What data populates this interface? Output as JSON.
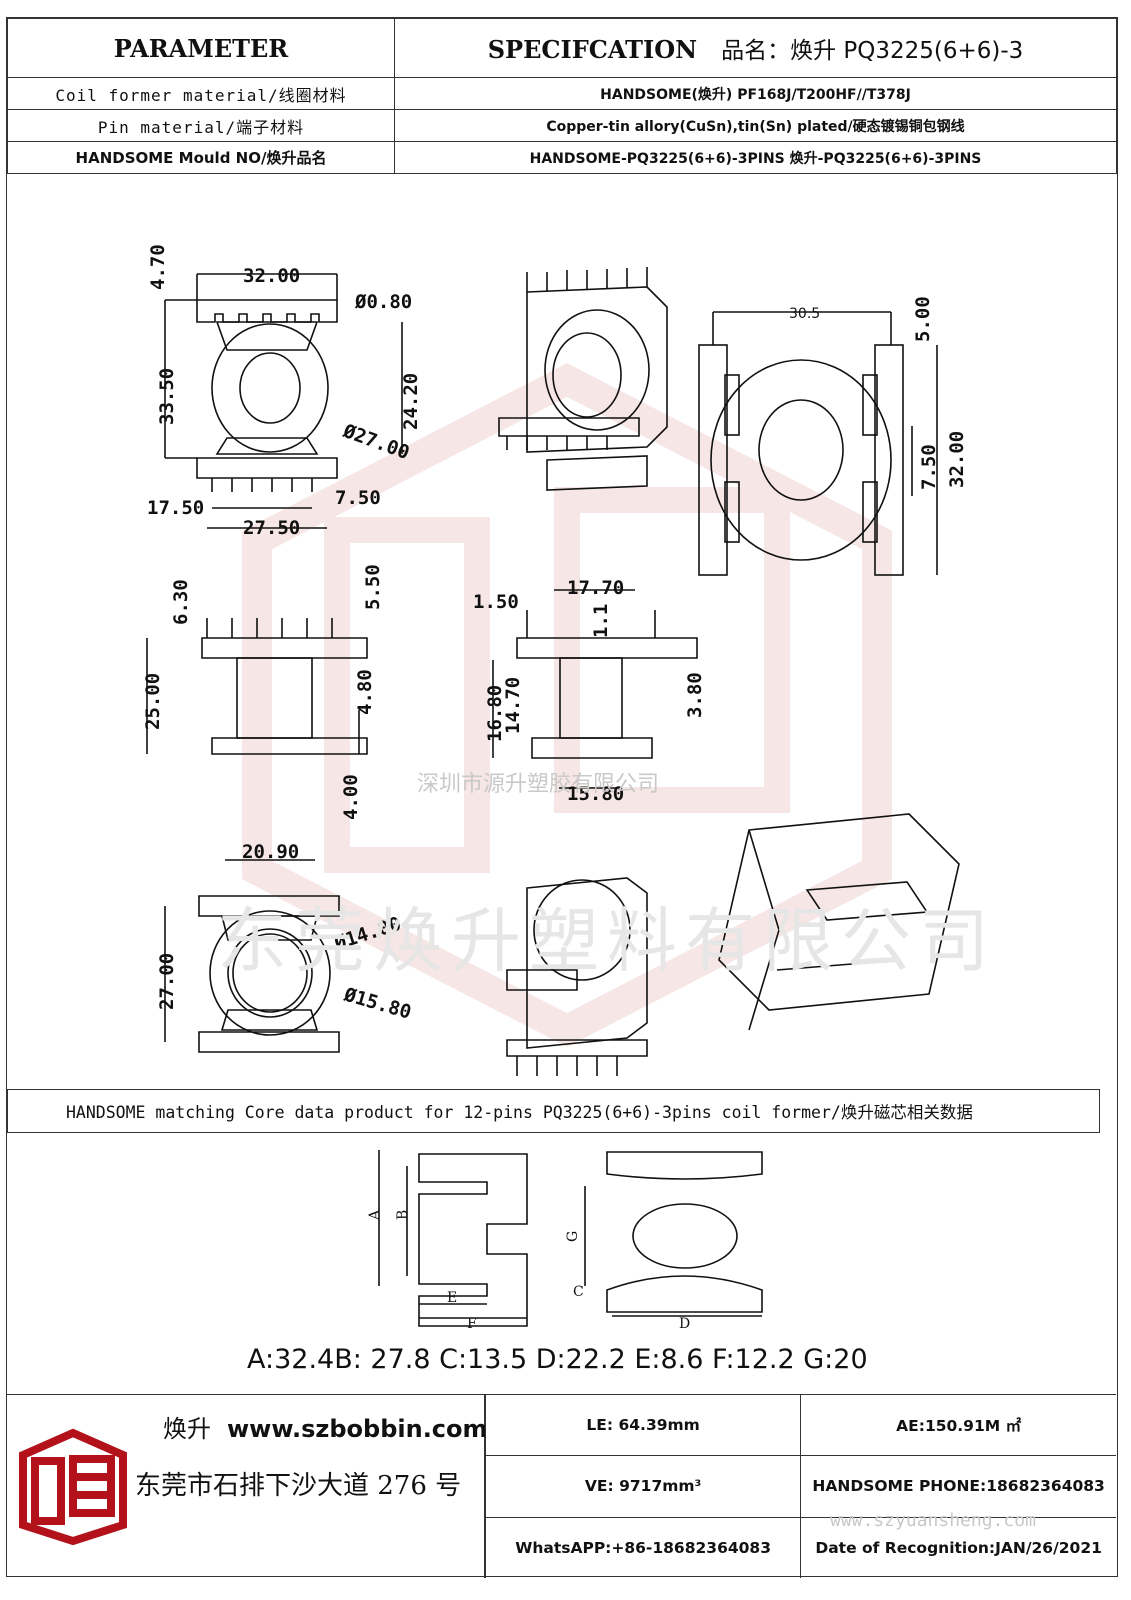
{
  "header": {
    "parameter_label": "PARAMETER",
    "specification_label": "SPECIFCATION",
    "product_name": "品名：焕升 PQ3225(6+6)-3",
    "rows": [
      {
        "label": "Coil former material/线圈材料",
        "value": "HANDSOME(焕升)  PF168J/T200HF//T378J"
      },
      {
        "label": "Pin material/端子材料",
        "value": "Copper-tin allory(CuSn),tin(Sn) plated/硬态镀锡铜包钢线"
      },
      {
        "label": "HANDSOME Mould NO/焕升品名",
        "value": "HANDSOME-PQ3225(6+6)-3PINS    焕升-PQ3225(6+6)-3PINS"
      }
    ]
  },
  "drawing": {
    "dimensions": {
      "top_view": [
        "4.70",
        "32.00",
        "Ø0.80",
        "33.50",
        "24.20",
        "Ø27.00",
        "17.50",
        "7.50",
        "27.50"
      ],
      "side_view_pins": [
        "30.5",
        "5.00",
        "7.50",
        "32.00"
      ],
      "front_view": [
        "6.30",
        "5.50",
        "25.00",
        "4.80",
        "4.00"
      ],
      "side_view": [
        "1.50",
        "17.70",
        "1.1",
        "16.80",
        "14.70",
        "3.80",
        "15.80"
      ],
      "bottom_view": [
        "20.90",
        "Ø14.00",
        "27.00",
        "Ø15.80"
      ]
    },
    "watermark_company": "深圳市源升塑胶有限公司",
    "watermark_big": "东莞焕升塑料有限公司"
  },
  "matching_bar": "HANDSOME matching Core data  product for 12-pins PQ3225(6+6)-3pins coil former/焕升磁芯相关数据",
  "core": {
    "labels": [
      "A",
      "B",
      "E",
      "F",
      "G",
      "C",
      "D"
    ],
    "values_line": "A:32.4B: 27.8 C:13.5 D:22.2 E:8.6 F:12.2 G:20"
  },
  "footer": {
    "brand_cn": "焕升",
    "website": "www.szbobbin.com",
    "address": "东莞市石排下沙大道 276 号",
    "le": "LE: 64.39mm",
    "ae": "AE:150.91M ㎡",
    "ve": "VE: 9717mm³",
    "phone": "HANDSOME PHONE:18682364083",
    "whatsapp": "WhatsAPP:+86-18682364083",
    "date": "Date of Recognition:JAN/26/2021",
    "site_watermark": "www.szyuansheng.com"
  },
  "colors": {
    "logo_red": "#b3121b",
    "watermark_red": "#f1d2d2"
  }
}
